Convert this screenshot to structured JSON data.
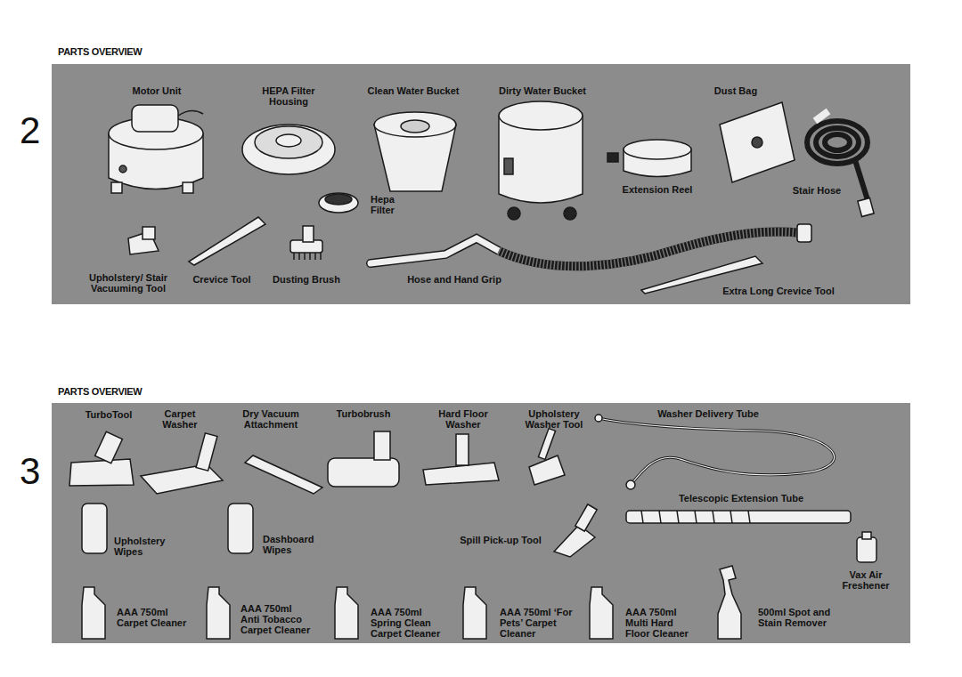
{
  "diagram": {
    "nodes": [
      {
        "text": [
          "PARTS OVERVIEW"
        ]
      },
      {
        "text": [
          "PARTS OVERVIEW"
        ]
      }
    ],
    "labels": [
      "2",
      "Motor Unit",
      "HEPA Filter Housing",
      "Clean Water Bucket",
      "Dirty Water Bucket",
      "Dust Bag",
      "Hepa Filter",
      "Extension Reel",
      "Stair Hose",
      "Upholstery/ Stair Vacuuming Tool",
      "Crevice Tool",
      "Dusting Brush",
      "Hose and Hand Grip",
      "Extra Long Crevice Tool",
      "3",
      "TurboTool",
      "Carpet Washer",
      "Dry Vacuum Attachment",
      "Turbobrush",
      "Hard Floor Washer",
      "Upholstery Washer Tool",
      "Washer Delivery Tube",
      "Upholstery Wipes",
      "Dashboard Wipes",
      "Telescopic Extension Tube",
      "Spill Pick-up Tool",
      "Vax Air Freshener",
      "AAA 750ml Carpet Cleaner",
      "AAA 750ml Anti Tobacco Carpet Cleaner",
      "AAA 750ml Spring Clean Carpet Cleaner",
      "AAA 750ml ‘For Pets’ Carpet Cleaner",
      "AAA 750ml Multi Hard Floor Cleaner",
      "500ml Spot and Stain Remover"
    ]
  }
}
